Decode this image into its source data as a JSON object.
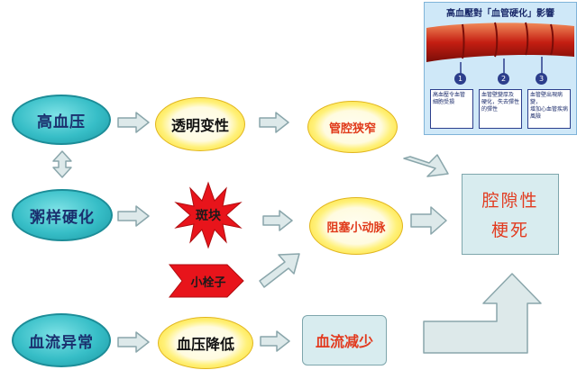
{
  "inset": {
    "title": "高血壓對「血管硬化」影響",
    "markers": [
      "1",
      "2",
      "3"
    ],
    "notes": [
      "高血壓令血管\n細胞受損",
      "血管壁變厚及\n硬化，失去彈性\n的彈性",
      "血管壁出現病變，\n增加心血管疾病\n風險"
    ]
  },
  "nodes": {
    "hypertension": "高血压",
    "atherosclerosis": "粥样硬化",
    "blood_flow_abnormal": "血流异常",
    "hyaline_degeneration": "透明变性",
    "lumen_narrowing": "管腔狭窄",
    "plaque": "斑块",
    "microthrombus": "小栓子",
    "arteriole_blockage": "阻塞小动脉",
    "bp_decrease": "血压降低",
    "flow_decrease": "血流减少",
    "lacunar_infarct_line1": "腔隙性",
    "lacunar_infarct_line2": "梗死"
  },
  "colors": {
    "teal": "#37bec7",
    "yellow_ring": "#ffe44d",
    "red_burst": "#e8141b",
    "arrow_fill": "#dde9ea",
    "arrow_stroke": "#8aa6ab",
    "result_box": "#d8ecef",
    "result_text": "#e23a1f"
  }
}
